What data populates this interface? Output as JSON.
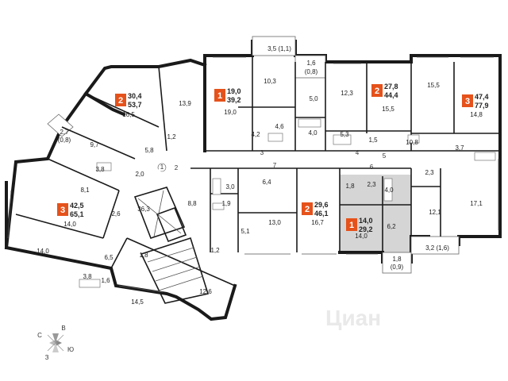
{
  "watermark": "Циан",
  "compass": {
    "north": "В",
    "east": "Ю",
    "south": "З",
    "west": "С"
  },
  "apartments": [
    {
      "id": "a1",
      "rooms": "2",
      "living": "30,4",
      "total": "53,7"
    },
    {
      "id": "a2",
      "rooms": "1",
      "living": "19,0",
      "total": "39,2"
    },
    {
      "id": "a3",
      "rooms": "2",
      "living": "27,8",
      "total": "44,4"
    },
    {
      "id": "a4",
      "rooms": "3",
      "living": "47,4",
      "total": "77,9"
    },
    {
      "id": "a5",
      "rooms": "3",
      "living": "42,5",
      "total": "65,1"
    },
    {
      "id": "a6",
      "rooms": "2",
      "living": "29,6",
      "total": "46,1"
    },
    {
      "id": "a7",
      "rooms": "1",
      "living": "14,0",
      "total": "29,2"
    }
  ],
  "room_areas": [
    "16,5",
    "13,9",
    "19,0",
    "10,3",
    "3,5 (1,1)",
    "1,6",
    "(0,8)",
    "12,3",
    "15,5",
    "15,5",
    "14,8",
    "9,7",
    "2,7",
    "(0,8)",
    "5,8",
    "1,2",
    "4,6",
    "4,2",
    "5,0",
    "4,0",
    "5,3",
    "1,5",
    "10,8",
    "3,7",
    "3,8",
    "2,0",
    "8,1",
    "2,6",
    "14,0",
    "36,3",
    "8,8",
    "3,0",
    "6,4",
    "1,9",
    "13,0",
    "16,7",
    "5,1",
    "1,8",
    "2,3",
    "4,0",
    "14,0",
    "6,2",
    "2,3",
    "12,1",
    "17,1",
    "3,2 (1,6)",
    "14,0",
    "6,5",
    "3,8",
    "1,6",
    "1,8",
    "1,2",
    "12,6",
    "14,5",
    "1,8",
    "(0,9)"
  ],
  "door_numbers": [
    "1",
    "2",
    "3",
    "4",
    "5",
    "6",
    "7"
  ]
}
